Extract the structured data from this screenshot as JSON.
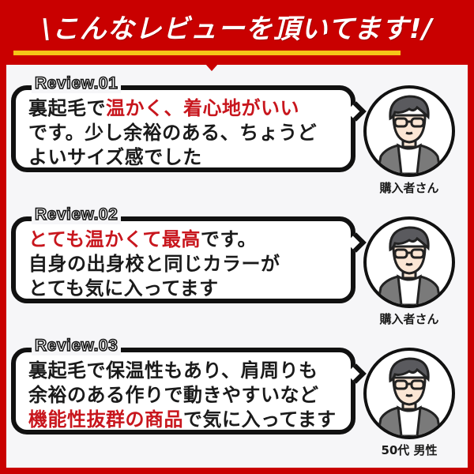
{
  "header": {
    "title": "\\こんなレビューを頂いてます!/",
    "background_color": "#c90000",
    "underline_color": "#f5c518"
  },
  "colors": {
    "highlight": "#c8161d",
    "text": "#1a1a1a",
    "bubble_border": "#111111",
    "panel_bg": "#f6f6f8"
  },
  "reviews": [
    {
      "tag": "Review.01",
      "lines": [
        [
          {
            "text": "裏起毛で",
            "hl": false
          },
          {
            "text": "温かく、着心地がいい",
            "hl": true
          }
        ],
        [
          {
            "text": "です。少し余裕のある、ちょうど",
            "hl": false
          }
        ],
        [
          {
            "text": "よいサイズ感でした",
            "hl": false
          }
        ]
      ],
      "reviewer": "購入者さん",
      "avatar_icon": "man-with-glasses-avatar"
    },
    {
      "tag": "Review.02",
      "lines": [
        [
          {
            "text": "とても温かくて最高",
            "hl": true
          },
          {
            "text": "です。",
            "hl": false
          }
        ],
        [
          {
            "text": "自身の出身校と同じカラーが",
            "hl": false
          }
        ],
        [
          {
            "text": "とても気に入ってます",
            "hl": false
          }
        ]
      ],
      "reviewer": "購入者さん",
      "avatar_icon": "man-with-glasses-avatar"
    },
    {
      "tag": "Review.03",
      "lines": [
        [
          {
            "text": "裏起毛で保温性もあり、肩周りも",
            "hl": false
          }
        ],
        [
          {
            "text": "余裕のある作りで動きやすいなど",
            "hl": false
          }
        ],
        [
          {
            "text": "機能性抜群の商品",
            "hl": true
          },
          {
            "text": "で気に入ってます",
            "hl": false
          }
        ]
      ],
      "reviewer": "50代 男性",
      "avatar_icon": "man-with-glasses-avatar"
    }
  ]
}
